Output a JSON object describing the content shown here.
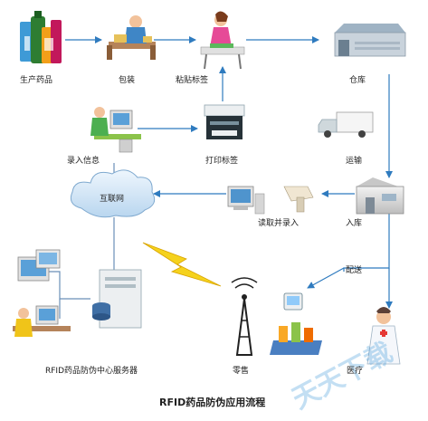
{
  "title": "RFID药品防伪应用流程",
  "nodes": {
    "produce": "生产药品",
    "package": "包装",
    "label": "粘贴标签",
    "warehouse": "仓库",
    "input_info": "录入信息",
    "print_label": "打印标签",
    "transport": "运输",
    "internet": "互联网",
    "read_input": "读取并录入",
    "store_in": "入库",
    "deliver": "配送",
    "server": "RFID药品防伪中心服务器",
    "retail": "零售",
    "hospital": "医疗"
  },
  "watermark": "天天下载",
  "colors": {
    "arrow": "#2f7bbf",
    "line": "#6a8fb7",
    "cloud": "#d6e8f7",
    "bolt": "#f5d21d"
  }
}
